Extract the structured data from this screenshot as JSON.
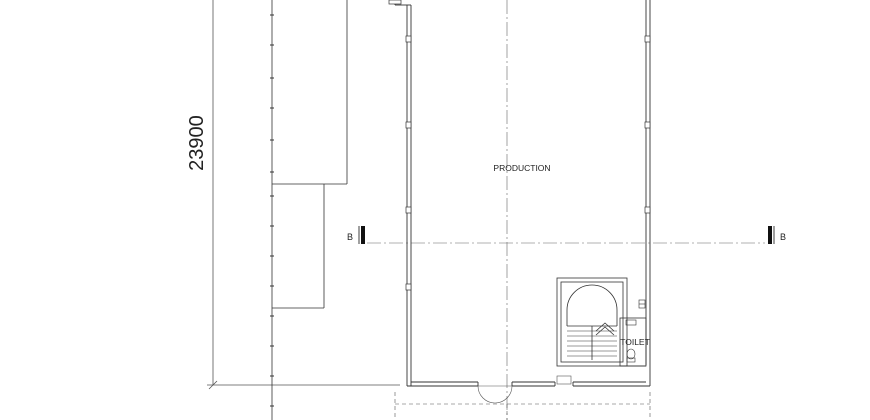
{
  "drawing": {
    "dimension_text": "23900",
    "room_production": "PRODUCTION",
    "room_toilet": "TOILET",
    "section_marker_left": "B",
    "section_marker_right": "B",
    "stair_label": "UP"
  },
  "colors": {
    "line": "#333333",
    "grid": "#666666",
    "dimension": "#8b4513"
  }
}
